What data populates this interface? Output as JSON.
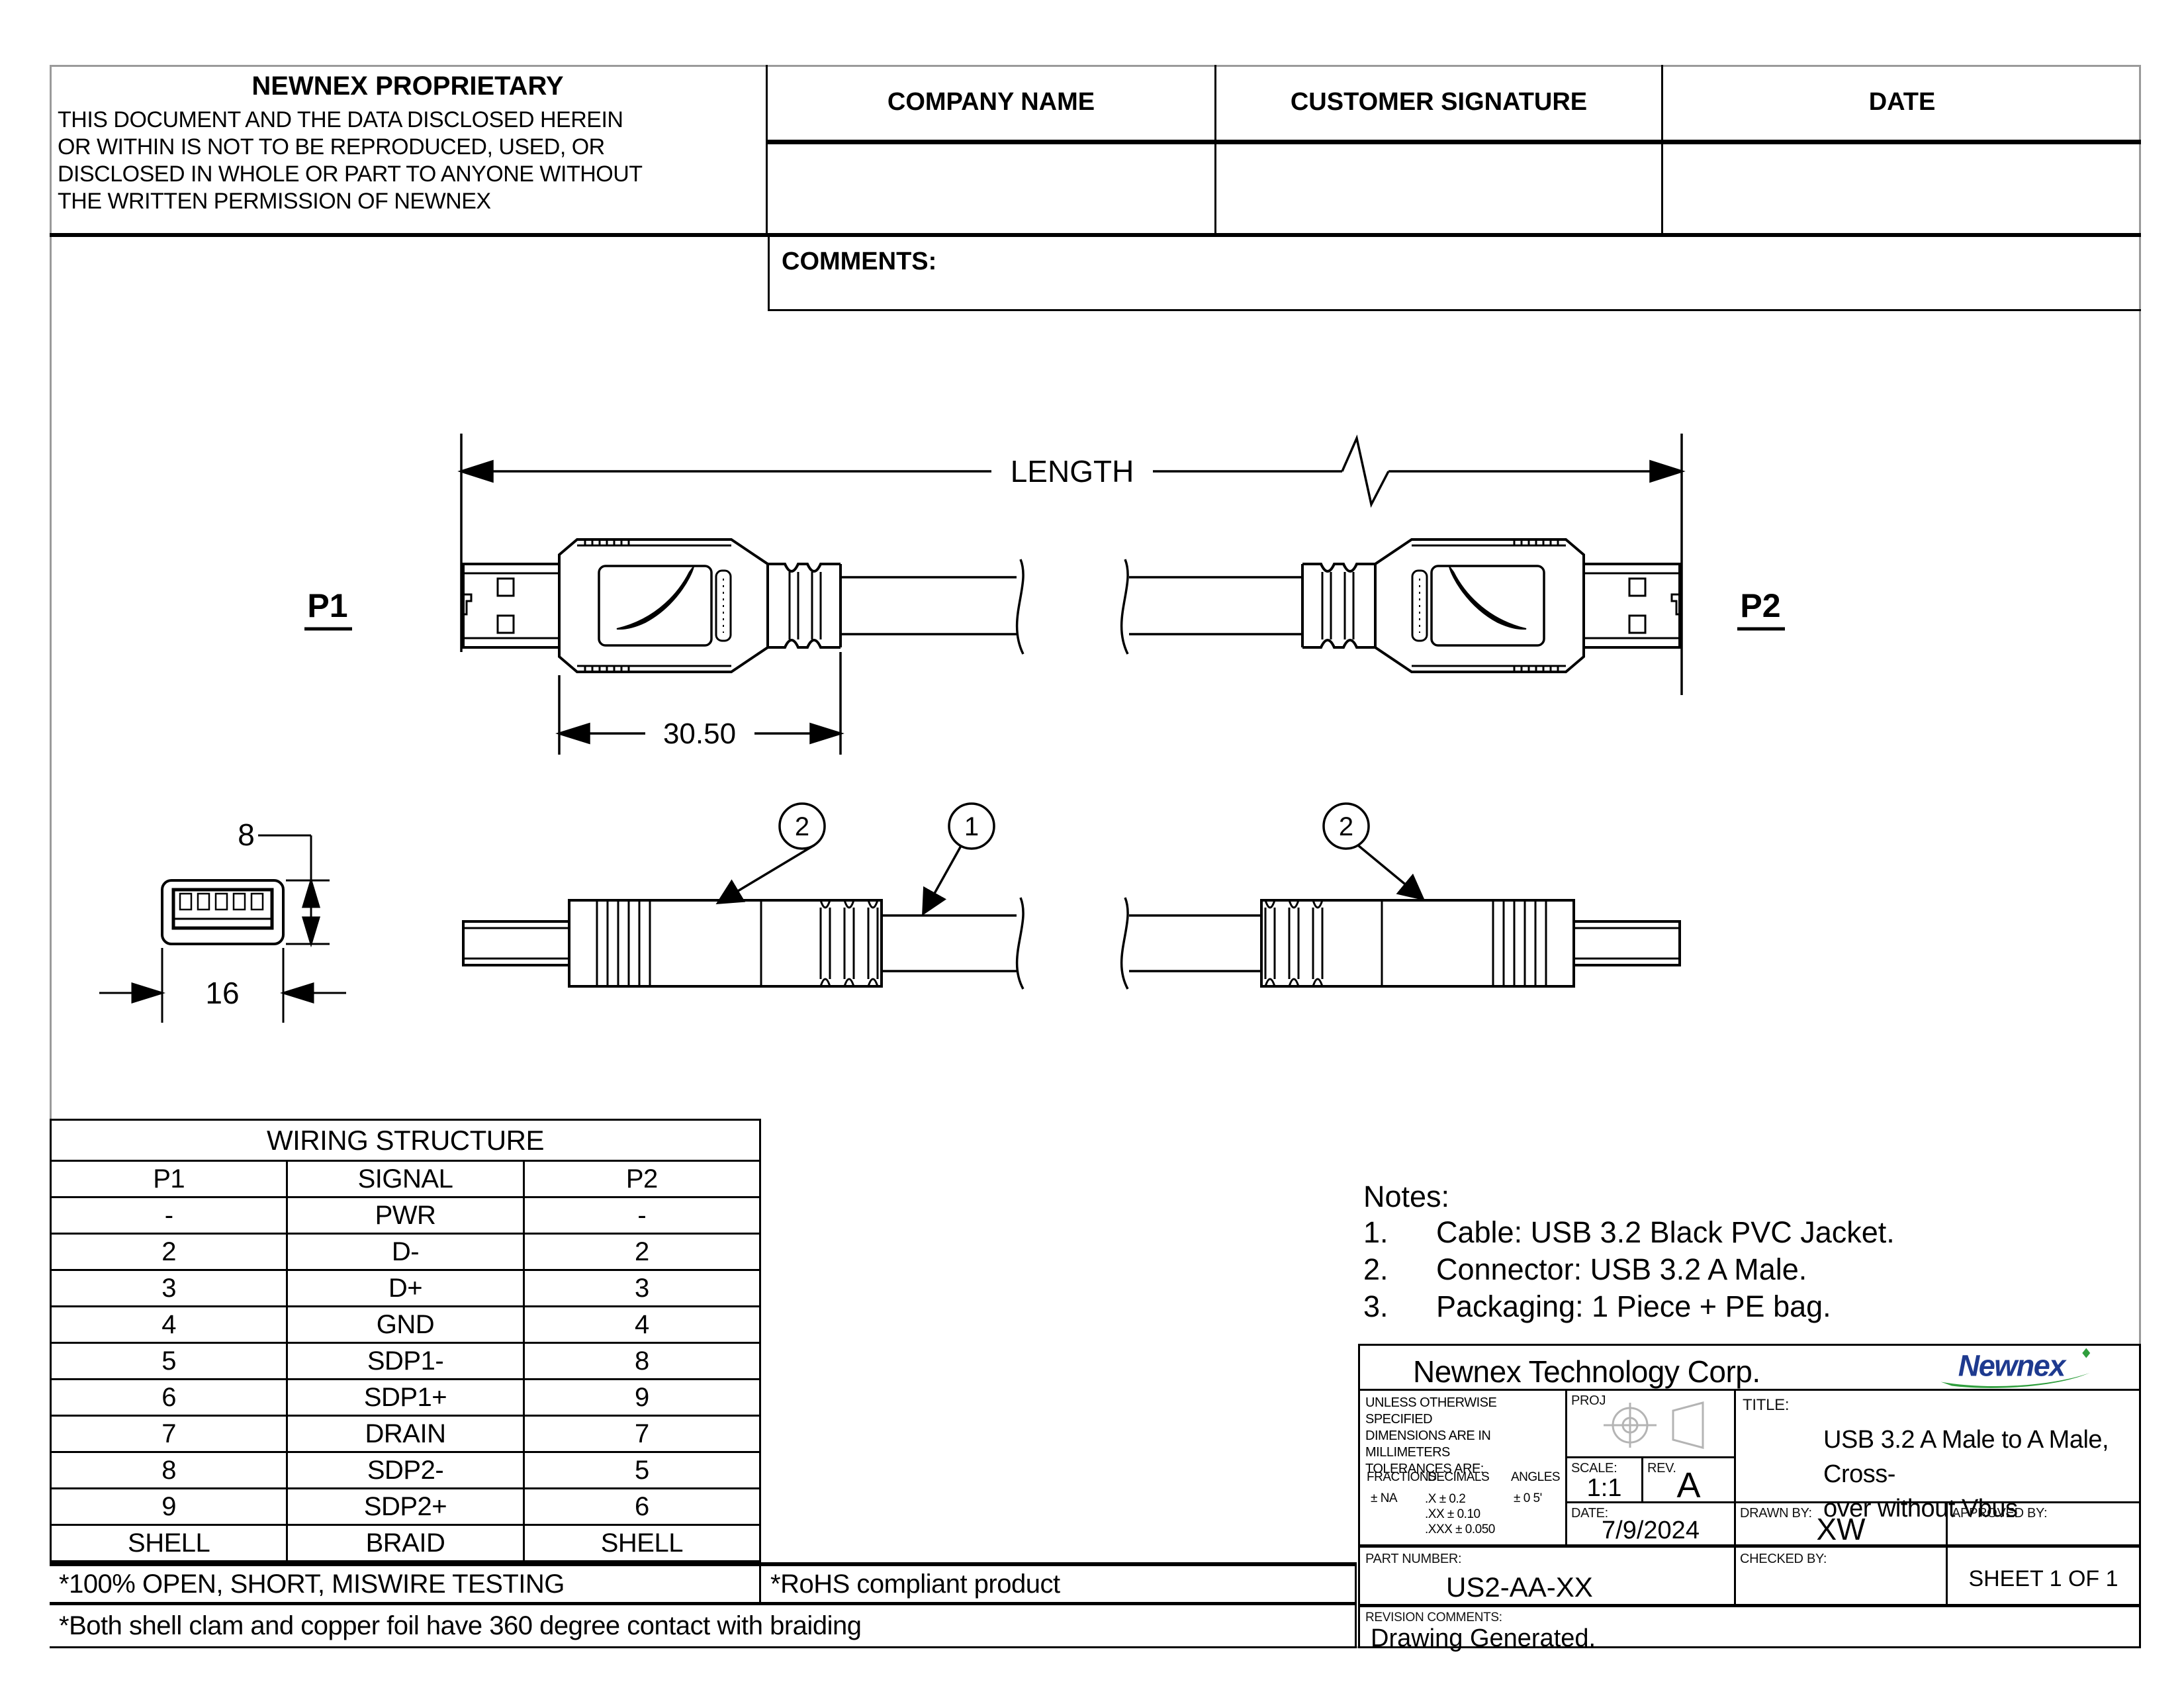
{
  "proprietary": {
    "title": "NEWNEX PROPRIETARY",
    "lines": [
      "THIS DOCUMENT AND THE DATA DISCLOSED HEREIN",
      "OR WITHIN IS NOT TO BE REPRODUCED, USED, OR",
      "DISCLOSED IN WHOLE OR PART TO ANYONE WITHOUT",
      "THE WRITTEN PERMISSION OF NEWNEX"
    ]
  },
  "signoff": {
    "headers": [
      "COMPANY NAME",
      "CUSTOMER SIGNATURE",
      "DATE"
    ],
    "comments_label": "COMMENTS:"
  },
  "drawing": {
    "length_label": "LENGTH",
    "p1_label": "P1",
    "p2_label": "P2",
    "dim_overmold": "30.50",
    "dim_height": "8",
    "dim_width": "16",
    "balloons": [
      "2",
      "1",
      "2"
    ]
  },
  "wiring_table": {
    "title": "WIRING STRUCTURE",
    "headers": [
      "P1",
      "SIGNAL",
      "P2"
    ],
    "rows": [
      [
        "-",
        "PWR",
        "-"
      ],
      [
        "2",
        "D-",
        "2"
      ],
      [
        "3",
        "D+",
        "3"
      ],
      [
        "4",
        "GND",
        "4"
      ],
      [
        "5",
        "SDP1-",
        "8"
      ],
      [
        "6",
        "SDP1+",
        "9"
      ],
      [
        "7",
        "DRAIN",
        "7"
      ],
      [
        "8",
        "SDP2-",
        "5"
      ],
      [
        "9",
        "SDP2+",
        "6"
      ],
      [
        "SHELL",
        "BRAID",
        "SHELL"
      ]
    ]
  },
  "qa_notes": {
    "testing": "*100% OPEN, SHORT, MISWIRE TESTING",
    "rohs": "*RoHS compliant product",
    "shell": "*Both shell clam and copper foil have 360 degree contact with braiding"
  },
  "notes": {
    "title": "Notes:",
    "items": [
      {
        "num": "1.",
        "text": "Cable: USB 3.2 Black PVC Jacket."
      },
      {
        "num": "2.",
        "text": "Connector: USB 3.2 A Male."
      },
      {
        "num": "3.",
        "text": "Packaging: 1 Piece + PE bag."
      }
    ]
  },
  "title_block": {
    "company": "Newnex Technology Corp.",
    "logo_text": "Newnex",
    "tolerance_heading": [
      "UNLESS OTHERWISE SPECIFIED",
      "DIMENSIONS ARE IN MILLIMETERS",
      "TOLERANCES ARE:"
    ],
    "tol_col_labels": [
      "FRACTIONS",
      "DECIMALS",
      "ANGLES"
    ],
    "fractions_value": "± NA",
    "decimals_values": [
      ".X ±    0.2",
      ".XX ±   0.10",
      ".XXX ± 0.050"
    ],
    "angles_value": "± 0 5'",
    "proj_label": "PROJ",
    "scale_label": "SCALE:",
    "scale_value": "1:1",
    "rev_label": "REV.",
    "rev_value": "A",
    "title_label": "TITLE:",
    "title_line1": "USB 3.2 A Male to A Male, Cross-",
    "title_line2": "over without Vbus",
    "date_label": "DATE:",
    "date_value": "7/9/2024",
    "drawn_label": "DRAWN BY:",
    "drawn_value": "XW",
    "approved_label": "APPROVED BY:",
    "part_label": "PART NUMBER:",
    "part_value": "US2-AA-XX",
    "checked_label": "CHECKED BY:",
    "sheet_value": "SHEET  1 OF 1",
    "revision_label": "REVISION COMMENTS:",
    "revision_value": "Drawing Generated."
  },
  "colors": {
    "logo_blue": "#1e3a8f",
    "logo_green": "#2f9e3d",
    "line_black": "#000000",
    "border_gray": "#9a9a9a",
    "proj_gray": "#b4b4b4"
  }
}
